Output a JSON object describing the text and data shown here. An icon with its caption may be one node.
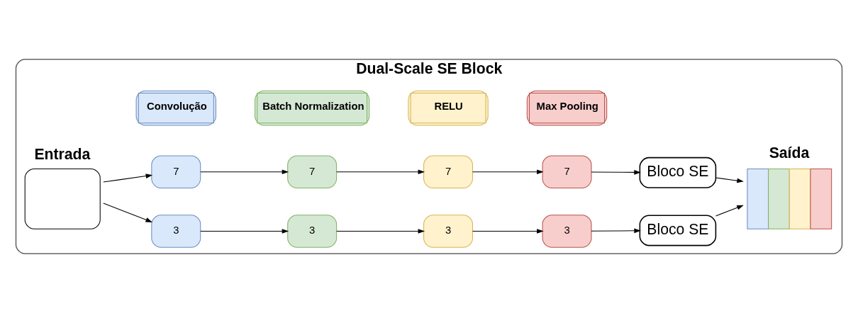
{
  "diagram": {
    "nodes": [
      {
        "text": [
          "Dual-Scale SE Block"
        ]
      },
      {
        "text": [
          "Entrada"
        ],
        "in": 0
      },
      {
        "text": [
          "3"
        ],
        "in": 0
      },
      {
        "text": [
          "3"
        ],
        "in": 0
      },
      {
        "text": [
          "3"
        ],
        "in": 0
      },
      {
        "text": [
          "3"
        ],
        "in": 0
      },
      {
        "text": [
          "Bloco SE"
        ],
        "in": 0
      },
      {
        "text": [
          "Saída"
        ],
        "in": 0
      },
      {
        "text": [
          "7"
        ],
        "in": 0
      },
      {
        "text": [
          "7"
        ],
        "in": 0
      },
      {
        "text": [
          "7"
        ],
        "in": 0
      },
      {
        "text": [
          "7"
        ],
        "in": 0
      },
      {
        "text": [
          "Bloco SE"
        ],
        "in": 0
      }
    ],
    "edges": [
      {
        "from": 1,
        "to": 2,
        "arrow": "to"
      },
      {
        "from": 1,
        "to": 8,
        "arrow": "to"
      },
      {
        "from": 2,
        "to": 3,
        "arrow": "to"
      },
      {
        "from": 3,
        "to": 4,
        "arrow": "to"
      },
      {
        "from": 4,
        "to": 5,
        "arrow": "to"
      },
      {
        "from": 5,
        "to": 6,
        "arrow": "to"
      },
      {
        "from": 8,
        "to": 9,
        "arrow": "to"
      },
      {
        "from": 9,
        "to": 10,
        "arrow": "to"
      },
      {
        "from": 10,
        "to": 11,
        "arrow": "to"
      },
      {
        "from": 11,
        "to": 12,
        "arrow": "to"
      },
      {
        "from": 6,
        "to": 7,
        "arrow": "to"
      },
      {
        "from": 12,
        "to": 7,
        "arrow": "to"
      }
    ],
    "legend": [
      {
        "text": "Convolução",
        "color": "#dae8fc"
      },
      {
        "text": "Batch Normalization",
        "color": "#d5e8d4"
      },
      {
        "text": "RELU",
        "color": "#fff2cc"
      },
      {
        "text": "Max Pooling",
        "color": "#f8cecc"
      }
    ]
  }
}
